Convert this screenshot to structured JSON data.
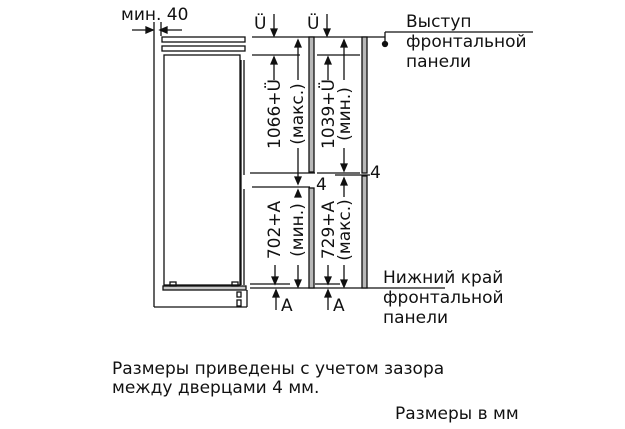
{
  "diagram": {
    "top_clearance_label": "мин. 40",
    "overhang_symbol_left": "Ü",
    "overhang_symbol_right": "Ü",
    "dimensions": {
      "upper_left_value": "1066+Ü",
      "upper_left_qualifier": "(макс.)",
      "upper_right_value": "1039+Ü",
      "upper_right_qualifier": "(мин.)",
      "lower_left_value": "702+A",
      "lower_left_qualifier": "(мин.)",
      "lower_right_value": "729+A",
      "lower_right_qualifier": "(макс.)",
      "gap_left": "4",
      "gap_right": "4",
      "bottom_symbol_left": "A",
      "bottom_symbol_right": "A"
    },
    "callouts": {
      "top": [
        "Выступ",
        "фронтальной",
        "панели"
      ],
      "bottom": [
        "Нижний край",
        "фронтальной",
        "панели"
      ]
    },
    "notes": {
      "gap_note_line1": "Размеры приведены с учетом зазора",
      "gap_note_line2": "между дверцами 4 мм.",
      "units": "Размеры в мм"
    },
    "colors": {
      "line": "#111111",
      "panel_fill": "#b8b8b8"
    }
  }
}
